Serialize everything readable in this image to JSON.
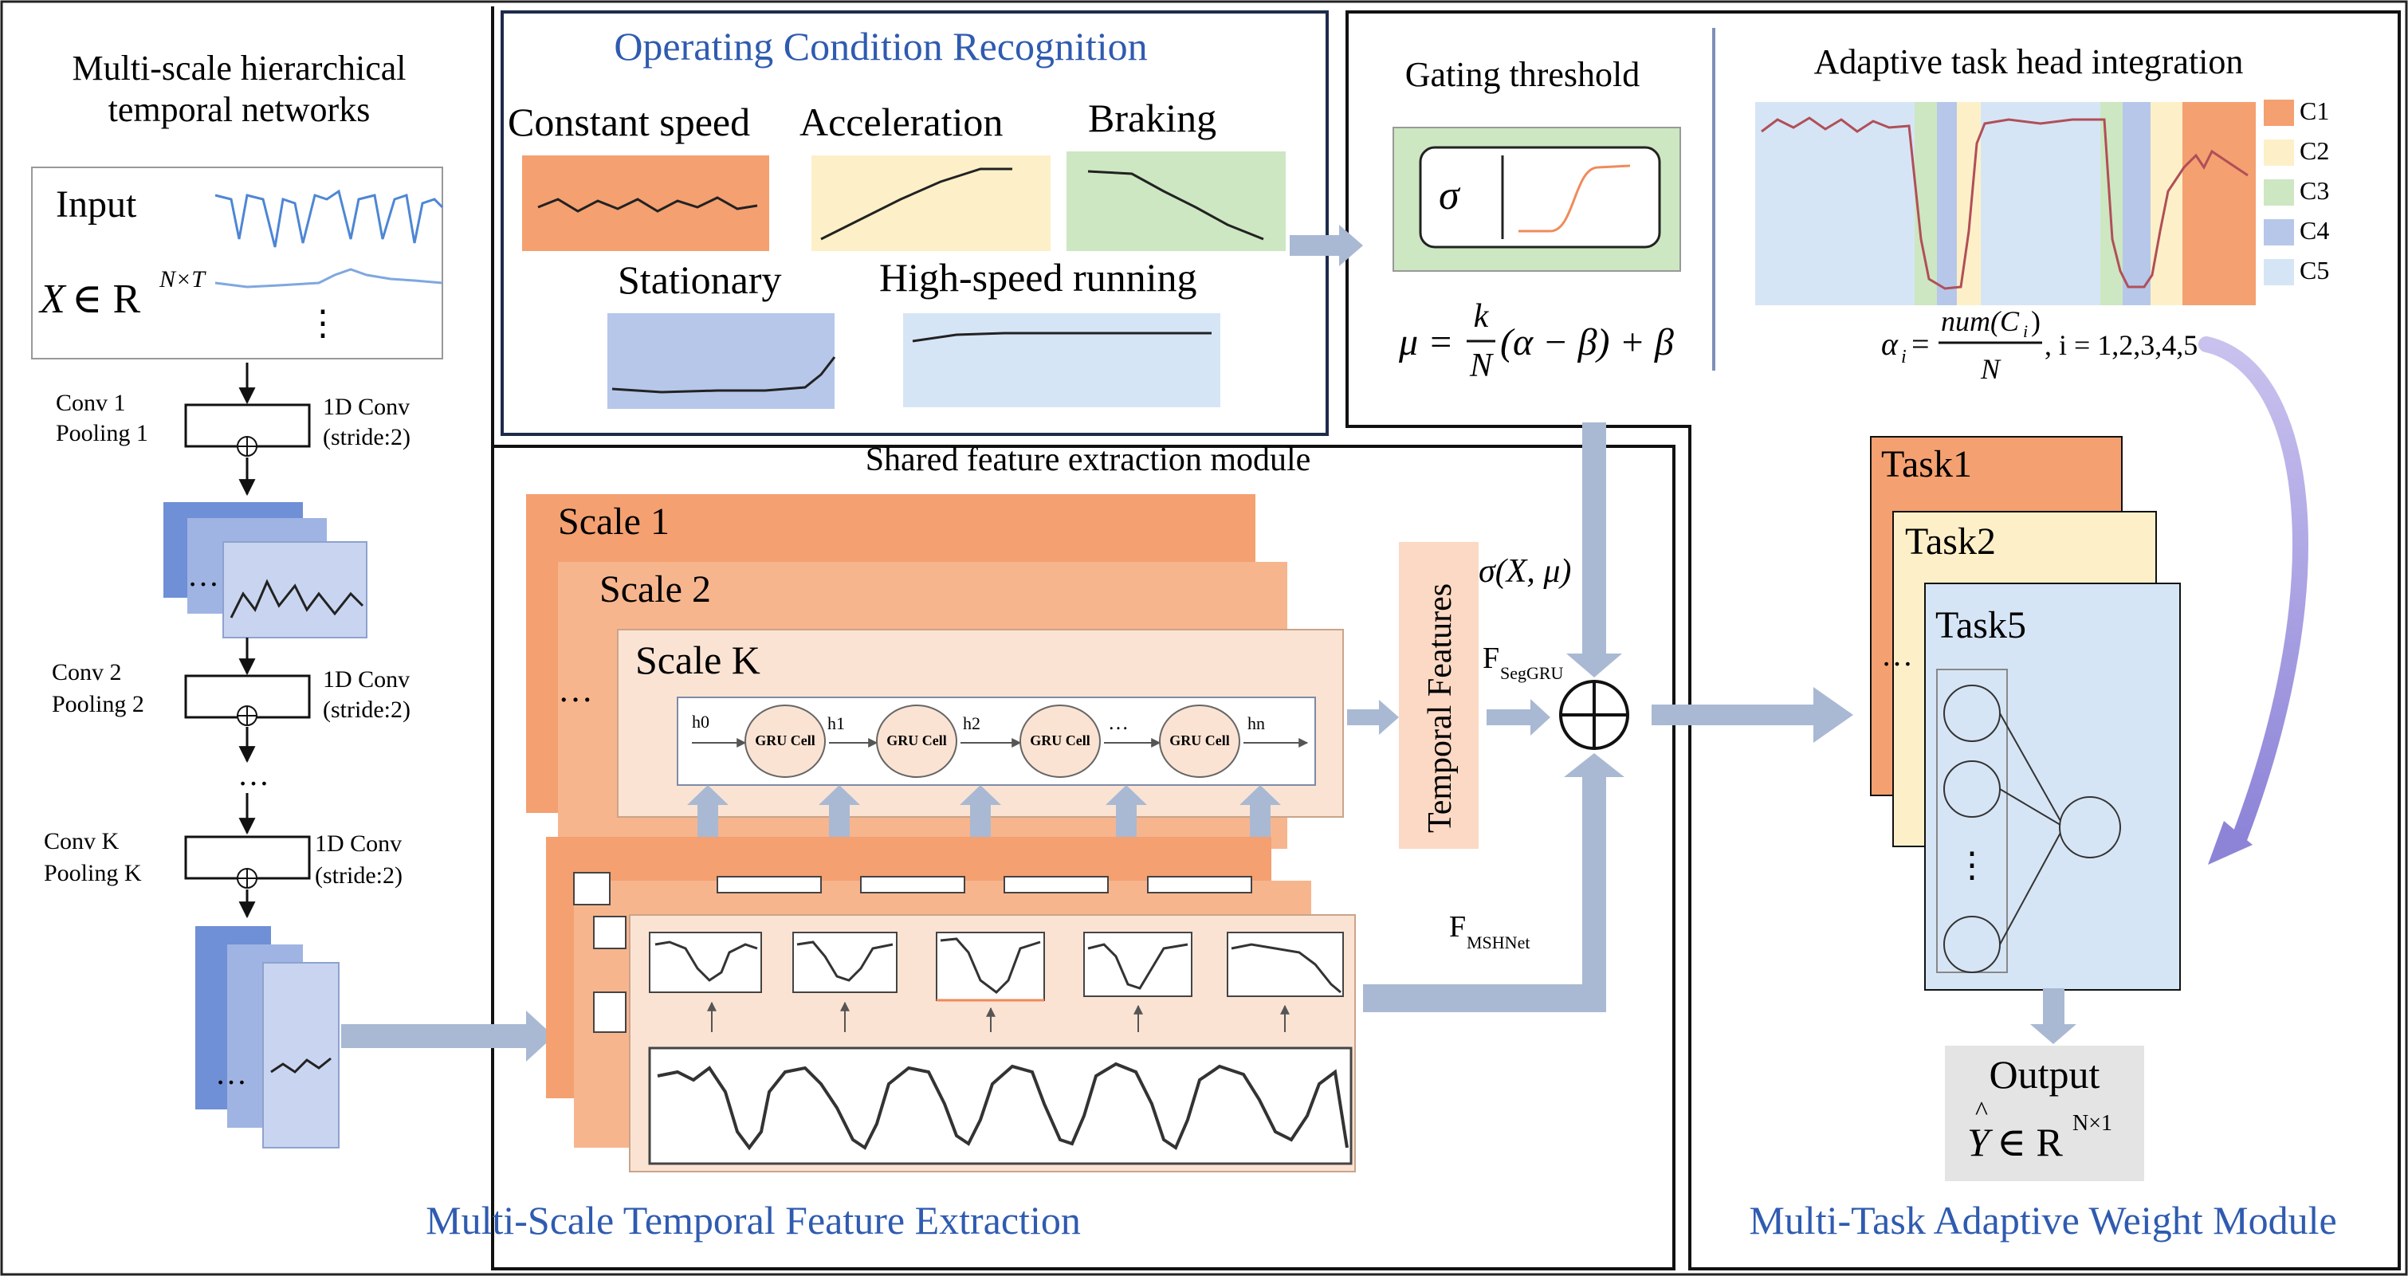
{
  "left": {
    "title_line1": "Multi-scale hierarchical",
    "title_line2": "temporal networks",
    "input_label": "Input",
    "input_eq_x": "X",
    "input_eq_in": "∈ R",
    "input_eq_sup": "N×T",
    "dots": "⋮",
    "conv_blocks": [
      {
        "conv": "Conv 1",
        "pool": "Pooling  1",
        "op": "1D Conv",
        "stride": "(stride:2)"
      },
      {
        "conv": "Conv 2",
        "pool": "Pooling  2",
        "op": "1D Conv",
        "stride": "(stride:2)"
      },
      {
        "conv": "Conv K",
        "pool": "Pooling  K",
        "op": "1D Conv",
        "stride": "(stride:2)"
      }
    ],
    "ellipsis": "…",
    "vdots": "⋮"
  },
  "ocr": {
    "title": "Operating Condition Recognition",
    "conditions": [
      "Constant speed",
      "Acceleration",
      "Braking",
      "Stationary",
      "High-speed running"
    ]
  },
  "gating": {
    "title": "Gating threshold",
    "sigma": "σ",
    "mu_formula": "μ = (k/N)(α − β) + β",
    "mu_lhs": "μ =",
    "k": "k",
    "n": "N",
    "mu_rhs": "(α − β) + β"
  },
  "adaptive": {
    "title": "Adaptive task head integration",
    "legend": [
      "C1",
      "C2",
      "C3",
      "C4",
      "C5"
    ],
    "colors": [
      "#f4a070",
      "#fdf0c8",
      "#cde7c2",
      "#b6c7ea",
      "#d6e5f5"
    ],
    "alpha_formula": "α_i = num(C_i)/N, i = 1,2,3,4,5",
    "alpha_lhs": "α",
    "alpha_sub": "i",
    "num_text": "num(C",
    "num_sub": "i",
    "num_close": ")",
    "den": "N",
    "alpha_tail": ", i = 1,2,3,4,5"
  },
  "center": {
    "shared_title": "Shared feature extraction module",
    "scales": [
      "Scale 1",
      "Scale 2",
      "Scale K"
    ],
    "ellipsis": "…",
    "hidden": [
      "h0",
      "h1",
      "h2",
      "hn"
    ],
    "cells": [
      "GRU Cell",
      "GRU Cell",
      "GRU Cell",
      "GRU Cell"
    ],
    "cell_gap": "…",
    "temporal_features": "Temporal Features",
    "sigma_label": "σ(X, μ)",
    "f_seggru": "F",
    "f_seggru_sub": "SegGRU",
    "f_mshnet": "F",
    "f_mshnet_sub": "MSHNet",
    "section_title": "Multi-Scale Temporal Feature Extraction"
  },
  "right": {
    "tasks": [
      "Task1",
      "Task2",
      "Task5"
    ],
    "output_label": "Output",
    "output_y": "Y",
    "output_hat": "^",
    "output_in": "∈ R",
    "output_sup": "N×1",
    "section_title": "Multi-Task Adaptive Weight Module",
    "dots": "⋮",
    "ellipsis": "…"
  },
  "colors": {
    "accent_blue_text": "#2f5bb0",
    "orange": "#f4a070",
    "orange_light": "#fbd9c4",
    "arrow_fill": "#a9b9d3",
    "yellow": "#fdf0c8",
    "green": "#cde7c2",
    "blue_mid": "#b6c7ea",
    "blue_light": "#d6e5f5"
  }
}
